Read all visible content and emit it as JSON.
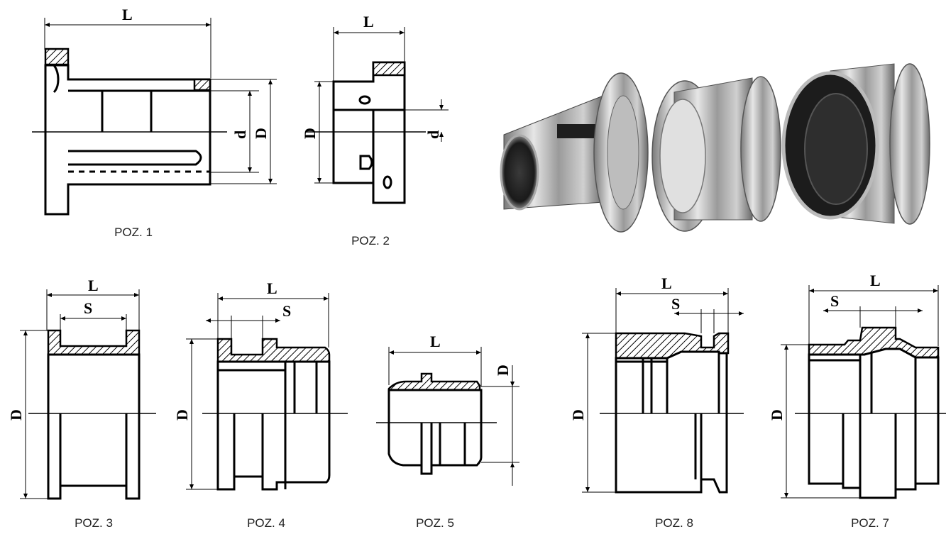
{
  "drawings": [
    {
      "id": "poz1",
      "caption": "POZ. 1",
      "dims": [
        "L",
        "d",
        "D"
      ]
    },
    {
      "id": "poz2",
      "caption": "POZ. 2",
      "dims": [
        "L",
        "D",
        "d"
      ]
    },
    {
      "id": "poz3",
      "caption": "POZ. 3",
      "dims": [
        "L",
        "S",
        "D"
      ]
    },
    {
      "id": "poz4",
      "caption": "POZ. 4",
      "dims": [
        "L",
        "S",
        "D"
      ]
    },
    {
      "id": "poz5",
      "caption": "POZ. 5",
      "dims": [
        "L",
        "D"
      ]
    },
    {
      "id": "poz8",
      "caption": "POZ. 8",
      "dims": [
        "L",
        "S",
        "D"
      ]
    },
    {
      "id": "poz7",
      "caption": "POZ. 7",
      "dims": [
        "L",
        "S",
        "D"
      ]
    }
  ],
  "colors": {
    "line": "#000000",
    "caption": "#222222",
    "metal_light": "#d8d8d8",
    "metal_dark": "#2a2a2a"
  }
}
